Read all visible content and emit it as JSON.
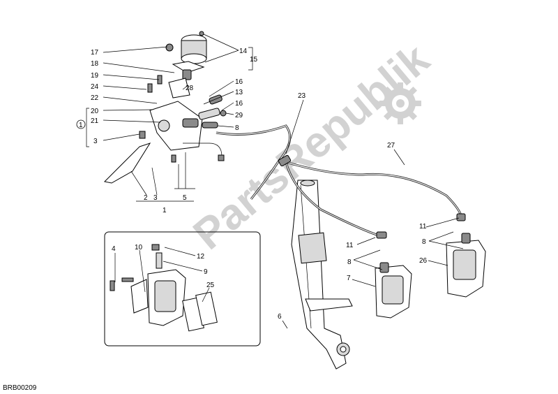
{
  "diagram": {
    "code": "BRB00209",
    "watermark": "PartsRepublik",
    "callouts": {
      "n1": "1",
      "n2": "2",
      "n3a": "3",
      "n3b": "3",
      "n4": "4",
      "n5": "5",
      "n6": "6",
      "n7": "7",
      "n8a": "8",
      "n8b": "8",
      "n8c": "8",
      "n9": "9",
      "n10": "10",
      "n11a": "11",
      "n11b": "11",
      "n12": "12",
      "n13": "13",
      "n14": "14",
      "n15": "15",
      "n16a": "16",
      "n16b": "16",
      "n17": "17",
      "n18": "18",
      "n19": "19",
      "n20": "20",
      "n21": "21",
      "n22": "22",
      "n23": "23",
      "n24": "24",
      "n25": "25",
      "n26": "26",
      "n27": "27",
      "n28": "28",
      "n29": "29",
      "circled": "1"
    }
  }
}
